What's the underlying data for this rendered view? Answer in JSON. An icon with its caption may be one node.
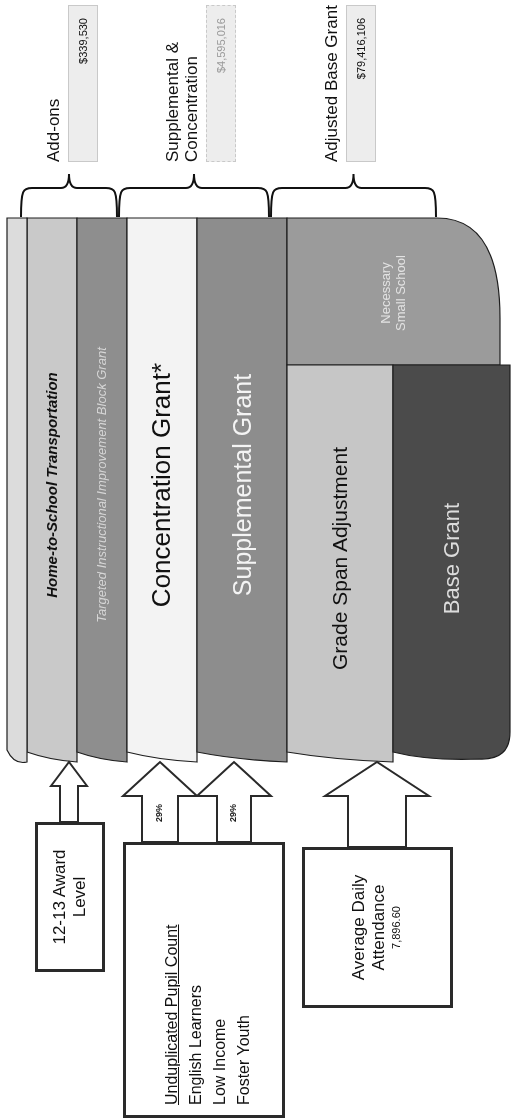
{
  "diagram": {
    "nodes": [
      {
        "text": [
          "Home-to-School Transportation"
        ]
      },
      {
        "text": [
          "Targeted Instructional Improvement Block Grant"
        ]
      },
      {
        "text": [
          "Concentration Grant*"
        ]
      },
      {
        "text": [
          "Supplemental Grant"
        ]
      },
      {
        "text": [
          "Necessary Small School"
        ]
      },
      {
        "text": [
          "Grade Span Adjustment"
        ]
      },
      {
        "text": [
          "Base Grant"
        ]
      },
      {
        "text": [
          "12-13 Award Level"
        ]
      },
      {
        "text": [
          "Unduplicated Pupil Count",
          "English Learners",
          "Low Income",
          "Foster Youth"
        ]
      },
      {
        "text": [
          "Average Daily Attendance",
          "7,896.60"
        ]
      },
      {
        "text": [
          "Add-ons",
          "$339,530"
        ]
      },
      {
        "text": [
          "Supplemental & Concentration",
          "$4,595,016"
        ]
      },
      {
        "text": [
          "Adjusted Base Grant",
          "$79,416,106"
        ]
      },
      {
        "text": [],
        "shape": "bar"
      }
    ],
    "edges": [
      {
        "from": 7,
        "to": 0,
        "arrow": "to"
      },
      {
        "from": 8,
        "to": 2,
        "arrow": "to",
        "label": "29%"
      },
      {
        "from": 8,
        "to": 3,
        "arrow": "to",
        "label": "29%"
      },
      {
        "from": 9,
        "to": 5,
        "arrow": "to"
      }
    ]
  }
}
